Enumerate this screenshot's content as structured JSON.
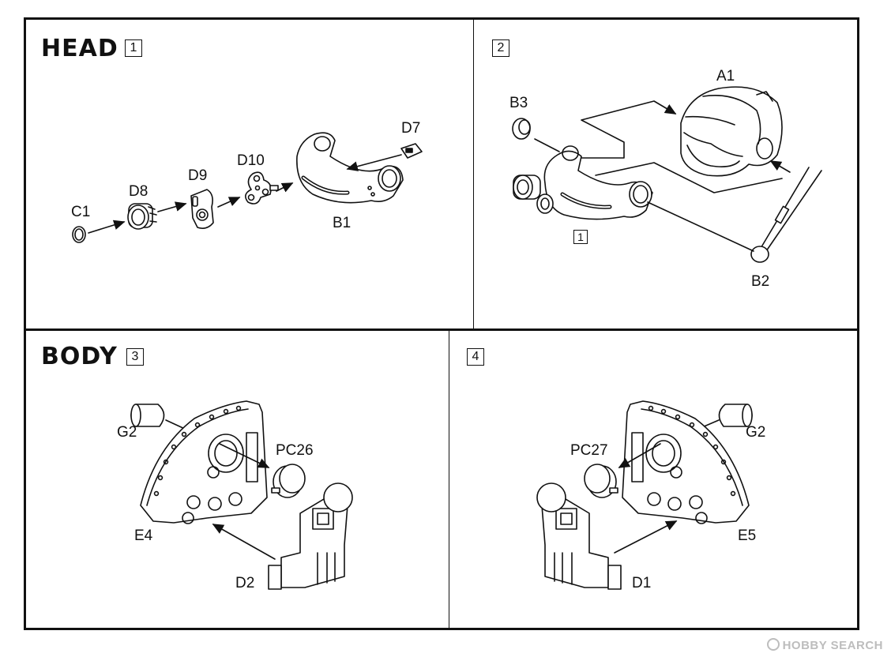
{
  "sections": {
    "head": {
      "title": "HEAD"
    },
    "body": {
      "title": "BODY"
    }
  },
  "steps": {
    "s1": "1",
    "s2": "2",
    "s3": "3",
    "s4": "4",
    "sub_ref": "1"
  },
  "labels": {
    "c1": "C1",
    "d8": "D8",
    "d9": "D9",
    "d10": "D10",
    "d7": "D7",
    "b1": "B1",
    "b3": "B3",
    "a1": "A1",
    "b2": "B2",
    "g2_left": "G2",
    "pc26": "PC26",
    "e4": "E4",
    "d2": "D2",
    "g2_right": "G2",
    "pc27": "PC27",
    "e5": "E5",
    "d1": "D1"
  },
  "watermark": {
    "text": "HOBBY SEARCH"
  }
}
